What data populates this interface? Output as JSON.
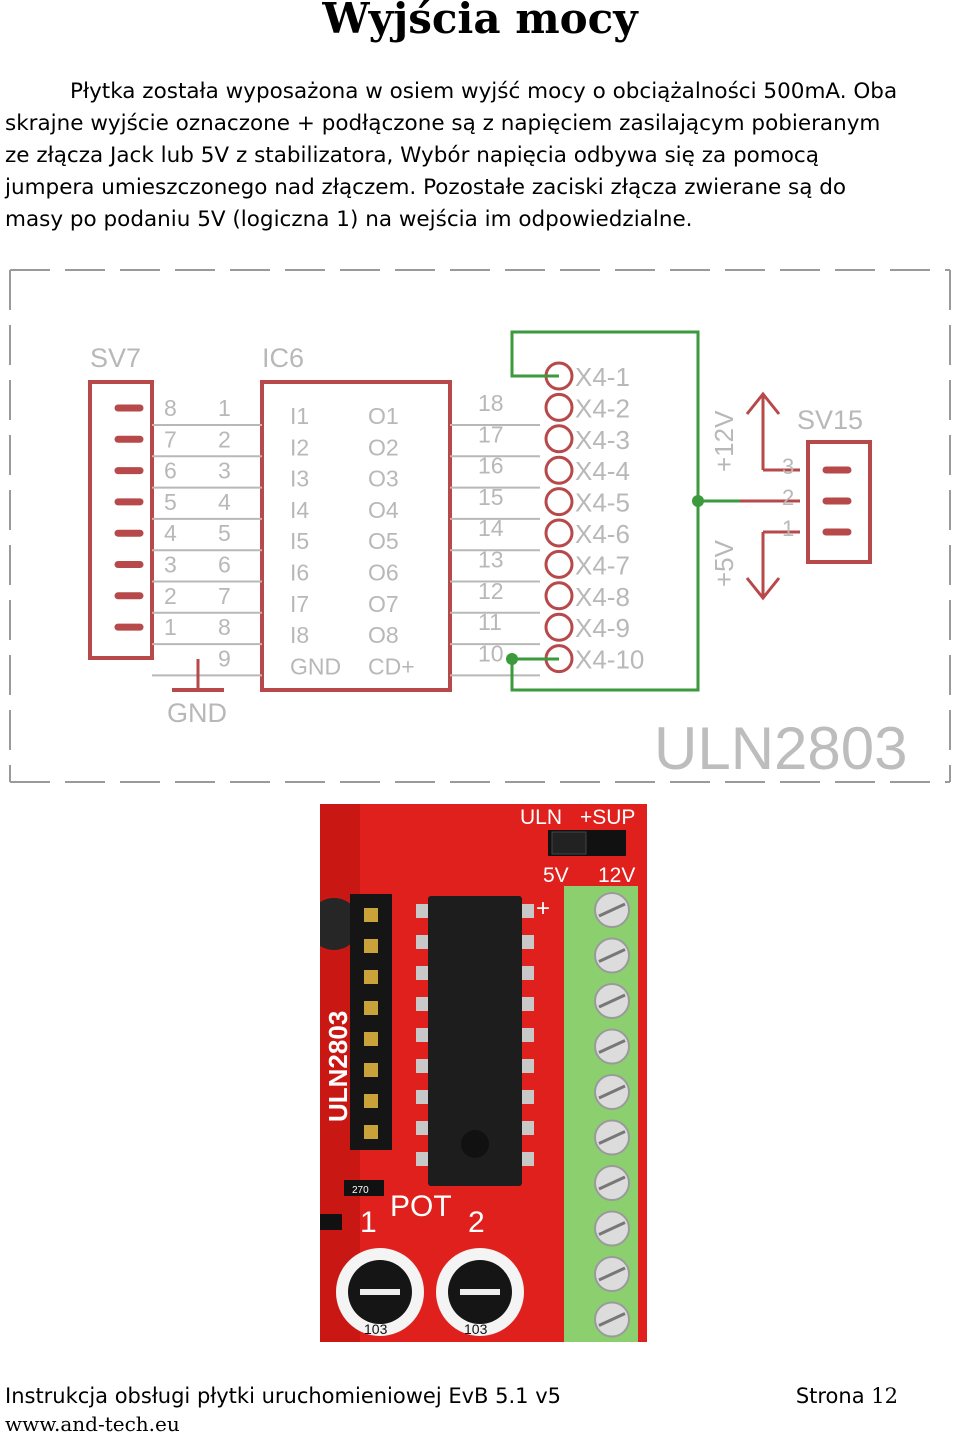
{
  "page": {
    "title": "Wyjścia mocy",
    "paragraph_lines": [
      "Płytka została wyposażona w osiem wyjść mocy o obciążalności 500mA. Oba",
      "skrajne wyjście oznaczone + podłączone są z napięciem zasilającym pobieranym",
      "ze złącza Jack lub 5V z stabilizatora, Wybór napięcia odbywa się za pomocą",
      "jumpera umieszczonego nad złączem. Pozostałe zaciski złącza zwierane są do",
      "masy po podaniu 5V (logiczna 1) na wejścia im odpowiedzialne."
    ]
  },
  "schematic": {
    "sv7_label": "SV7",
    "ic6_label": "IC6",
    "sv7_left_pins": [
      "8",
      "7",
      "6",
      "5",
      "4",
      "3",
      "2",
      "1"
    ],
    "ic_input_pins": [
      "1",
      "2",
      "3",
      "4",
      "5",
      "6",
      "7",
      "8",
      "9"
    ],
    "ic_inputs": [
      "I1",
      "I2",
      "I3",
      "I4",
      "I5",
      "I6",
      "I7",
      "I8",
      "GND"
    ],
    "ic_outputs": [
      "O1",
      "O2",
      "O3",
      "O4",
      "O5",
      "O6",
      "O7",
      "O8",
      "CD+"
    ],
    "ic_output_pins": [
      "18",
      "17",
      "16",
      "15",
      "14",
      "13",
      "12",
      "11",
      "10"
    ],
    "x4_labels": [
      "X4-1",
      "X4-2",
      "X4-3",
      "X4-4",
      "X4-5",
      "X4-6",
      "X4-7",
      "X4-8",
      "X4-9",
      "X4-10"
    ],
    "gnd_label": "GND",
    "plus12_label": "+12V",
    "plus5_label": "+5V",
    "sv15_label": "SV15",
    "sv15_pins": [
      "3",
      "2",
      "1"
    ],
    "part_name": "ULN2803",
    "colors": {
      "schematic_red": "#b7494a",
      "net_green": "#3a9a3c",
      "frame_gray": "#9a9a9a",
      "part_gray": "#b8b8b8"
    }
  },
  "board_photo": {
    "silk_uln": "ULN",
    "silk_sup": "+SUP",
    "silk_5v": "5V",
    "silk_12v": "12V",
    "silk_plus": "+",
    "silk_chip": "ULN2803",
    "silk_pot": "POT",
    "silk_pot1": "1",
    "silk_pot2": "2",
    "resistor_code": "270",
    "pot_code": "103",
    "colors": {
      "pcb_red": "#e0201c",
      "terminal_green": "#8ccf6e",
      "chip_black": "#1d1d1d"
    }
  },
  "footer": {
    "doc_title": "Instrukcja obsługi płytki uruchomieniowej EvB 5.1 v5",
    "page_label": "Strona",
    "page_number": "12",
    "url": "www.and-tech.eu"
  }
}
